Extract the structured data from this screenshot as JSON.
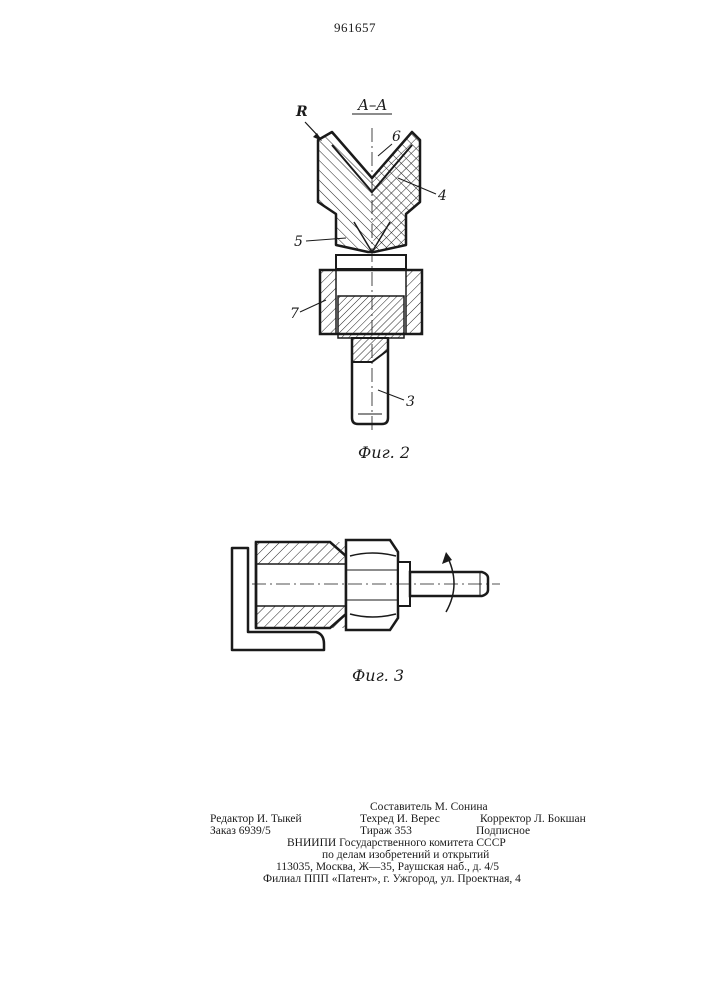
{
  "page": {
    "patent_number": "961657"
  },
  "figure2": {
    "section_label": "A–A",
    "radius_label": "R",
    "parts": [
      "6",
      "4",
      "5",
      "7",
      "3"
    ],
    "caption": "Фиг. 2"
  },
  "figure3": {
    "caption": "Фиг. 3"
  },
  "imprint": {
    "compiler": "Составитель М. Сонина",
    "editor": "Редактор И. Тыкей",
    "techred": "Техред И. Верес",
    "corrector": "Корректор Л. Бокшан",
    "order": "Заказ 6939/5",
    "circulation": "Тираж 353",
    "subscription": "Подписное",
    "org_line1": "ВНИИПИ Государственного комитета СССР",
    "org_line2": "по делам изобретений и открытий",
    "address": "113035, Москва, Ж—35, Раушская наб., д. 4/5",
    "branch": "Филиал ППП «Патент», г. Ужгород, ул. Проектная, 4"
  }
}
